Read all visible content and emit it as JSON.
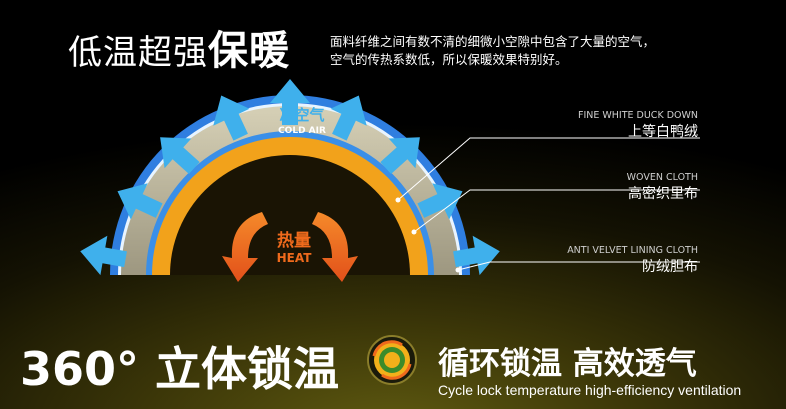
{
  "headline": {
    "part1": "低温超强",
    "part2": "保暖"
  },
  "description": {
    "line1": "面料纤维之间有数不清的细微小空隙中包含了大量的空气，",
    "line2": "空气的传热系数低，所以保暖效果特别好。"
  },
  "cold_air": {
    "cn": "冷空气",
    "en": "COLD AIR"
  },
  "heat": {
    "cn": "热量",
    "en": "HEAT"
  },
  "layers": [
    {
      "en": "FINE WHITE DUCK DOWN",
      "cn": "上等白鸭绒"
    },
    {
      "en": "WOVEN CLOTH",
      "cn": "高密织里布"
    },
    {
      "en": "ANTI VELVET LINING CLOTH",
      "cn": "防绒胆布"
    }
  ],
  "bottom": {
    "lock_title": "360° 立体锁温",
    "feature_title": "循环锁温  高效透气",
    "feature_sub": "Cycle lock temperature high-efficiency ventilation"
  },
  "colors": {
    "cold": "#3fb0ec",
    "heat": "#ef6a1c",
    "outer_blue": "#2f7ee0",
    "orange_layer": "#f2a21b",
    "down_fill": "#b8b196"
  },
  "icons": [
    "cold-air-arrow-icon",
    "heat-arrow-icon",
    "cycle-badge-icon"
  ]
}
